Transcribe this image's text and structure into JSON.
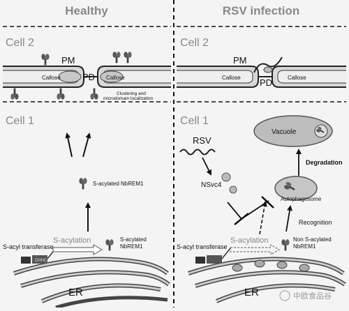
{
  "panels": {
    "left": {
      "title": "Healthy",
      "cell2": "Cell 2",
      "cell1": "Cell 1",
      "pm": "PM",
      "pd": "PD",
      "callose_left": "Callose",
      "callose_right": "Callose",
      "clustering_line1": "Clustering and",
      "clustering_line2": "microdomain localization",
      "s_acylated_top": "S-acylated NbREM1",
      "s_acyl_transferase": "S-acyl transferase",
      "s_acylation": "S-acylation",
      "s_acylated_bottom_1": "S-acylated",
      "s_acylated_bottom_2": "NbREM1",
      "er": "ER"
    },
    "right": {
      "title": "RSV infection",
      "cell2": "Cell 2",
      "cell1": "Cell 1",
      "pm": "PM",
      "pd": "PD",
      "callose_left": "Callose",
      "callose_right": "Callose",
      "rsv": "RSV",
      "nsvc4": "NSvc4",
      "vacuole": "Vacuole",
      "degradation": "Degradation",
      "autophagosome": "Autophagosome",
      "recognition": "Recognition",
      "s_acyl_transferase": "S-acyl transferase",
      "s_acylation": "S-acylation",
      "non_s_acylated_1": "Non S-acylated",
      "non_s_acylated_2": "NbREM1",
      "er": "ER"
    }
  },
  "watermark": "中欧食品谷"
}
